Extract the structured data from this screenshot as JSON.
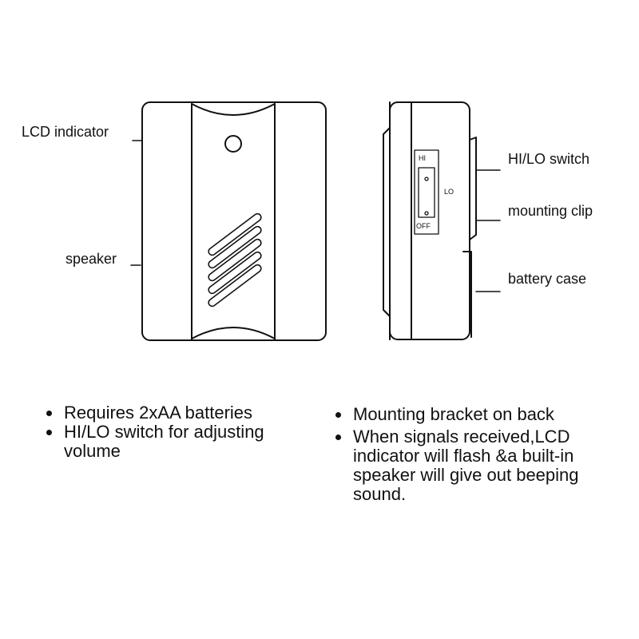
{
  "colors": {
    "line": "#111111",
    "background": "#ffffff"
  },
  "labels": {
    "lcd_indicator": "LCD indicator",
    "speaker": "speaker",
    "hi_lo_switch": "HI/LO switch",
    "mounting_clip": "mounting clip",
    "battery_case": "battery case"
  },
  "switch_marks": {
    "hi": "HI",
    "lo": "LO",
    "off": "OFF"
  },
  "bullets_left": [
    "Requires 2xAA batteries",
    "HI/LO switch for adjusting volume"
  ],
  "bullets_right": [
    "Mounting bracket on back",
    "When signals received,LCD indicator will flash &a built-in speaker will give out beeping sound."
  ]
}
